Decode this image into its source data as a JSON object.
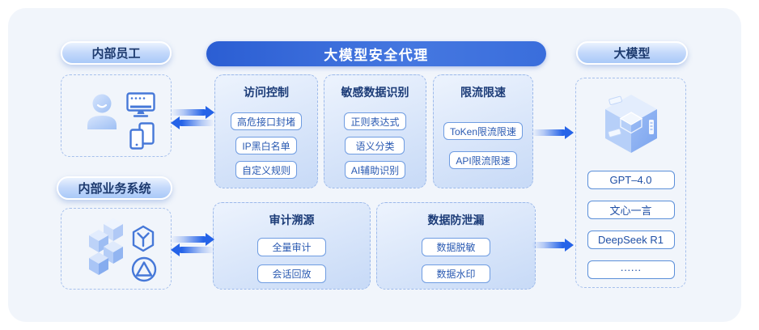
{
  "diagram": {
    "actors": [
      {
        "label": "内部员工"
      },
      {
        "label": "内部业务系统"
      }
    ],
    "proxy": {
      "title": "大模型安全代理",
      "modules_top": [
        {
          "title": "访问控制",
          "items": [
            "高危接口封堵",
            "IP黑白名单",
            "自定义规则"
          ]
        },
        {
          "title": "敏感数据识别",
          "items": [
            "正则表达式",
            "语义分类",
            "AI辅助识别"
          ]
        },
        {
          "title": "限流限速",
          "items": [
            "ToKen限流限速",
            "API限流限速"
          ]
        }
      ],
      "modules_bottom": [
        {
          "title": "审计溯源",
          "items": [
            "全量审计",
            "会话回放"
          ]
        },
        {
          "title": "数据防泄漏",
          "items": [
            "数据脱敏",
            "数据水印"
          ]
        }
      ]
    },
    "models": {
      "title": "大模型",
      "items": [
        "GPT–4.0",
        "文心一言",
        "DeepSeek R1",
        "······"
      ]
    },
    "icons": {
      "employees": [
        "user-icon",
        "monitor-icon",
        "devices-icon"
      ],
      "business": [
        "cubes-icon",
        "hexagon-y-icon",
        "circle-triangle-icon"
      ],
      "models": [
        "model-cube-icon"
      ]
    },
    "colors": {
      "page_bg": "#ffffff",
      "board_bg": "#f1f5fb",
      "banner_start": "#2b5ed3",
      "banner_end": "#4577e0",
      "accent_blue": "#2563e8",
      "title_text": "#1c3c78",
      "chip_text": "#2a5ab2",
      "chip_border": "#6f9ce1",
      "dash_border": "#a6c0ec",
      "tag_text": "#1d3a6e",
      "icon_stroke": "#4678d8"
    }
  }
}
